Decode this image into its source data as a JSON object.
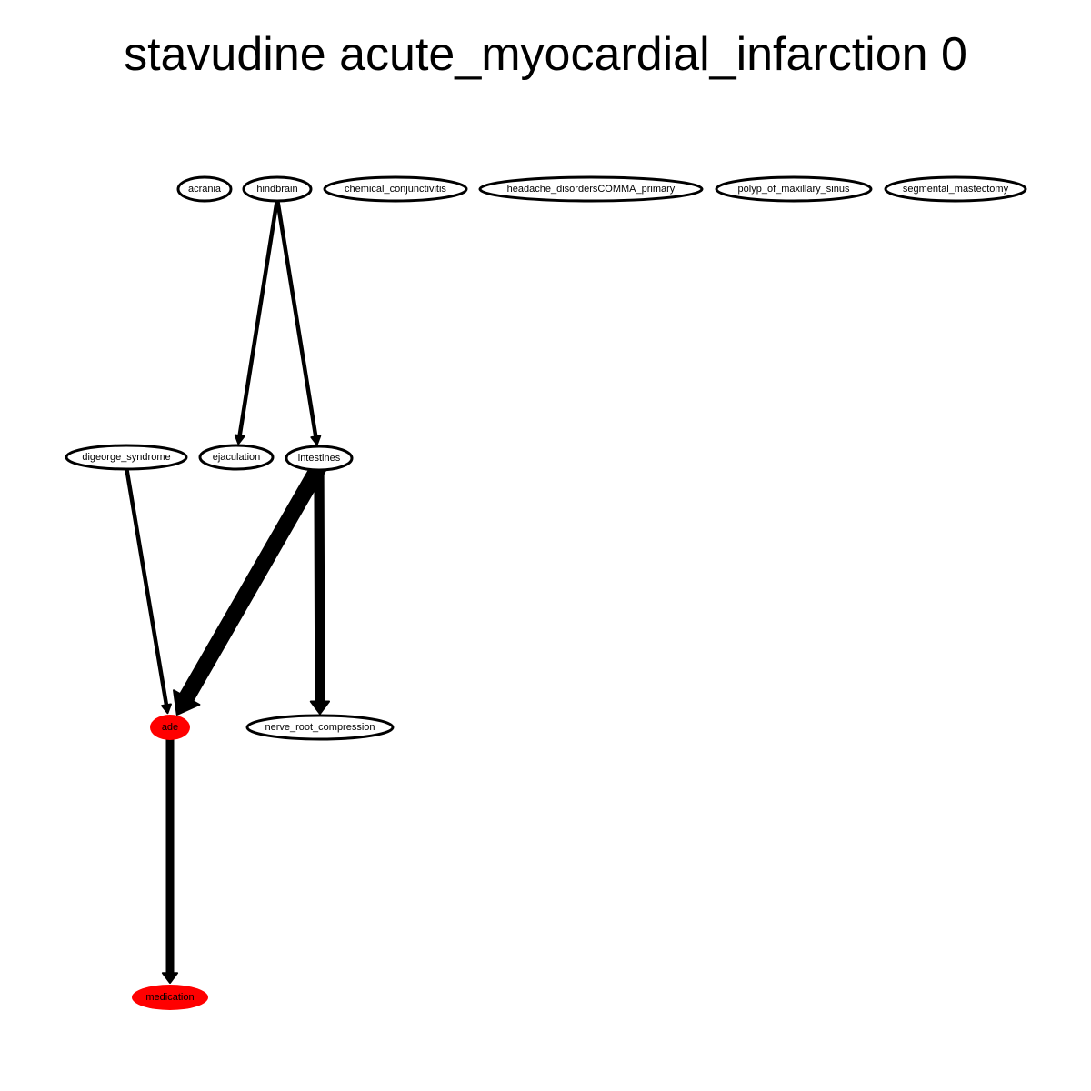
{
  "title": "stavudine acute_myocardial_infarction 0",
  "colors": {
    "highlight": "#ff0000",
    "plain": "#ffffff",
    "stroke": "#000000"
  },
  "nodes": [
    {
      "id": "acrania",
      "label": "acrania",
      "highlight": false
    },
    {
      "id": "hindbrain",
      "label": "hindbrain",
      "highlight": false
    },
    {
      "id": "chemical_conjunctivitis",
      "label": "chemical_conjunctivitis",
      "highlight": false
    },
    {
      "id": "headache_disorders",
      "label": "headache_disordersCOMMA_primary",
      "highlight": false
    },
    {
      "id": "polyp",
      "label": "polyp_of_maxillary_sinus",
      "highlight": false
    },
    {
      "id": "segmental_mastectomy",
      "label": "segmental_mastectomy",
      "highlight": false
    },
    {
      "id": "digeorge_syndrome",
      "label": "digeorge_syndrome",
      "highlight": false
    },
    {
      "id": "ejaculation",
      "label": "ejaculation",
      "highlight": false
    },
    {
      "id": "intestines",
      "label": "intestines",
      "highlight": false
    },
    {
      "id": "ade",
      "label": "ade",
      "highlight": true
    },
    {
      "id": "nerve_root_compression",
      "label": "nerve_root_compression",
      "highlight": false
    },
    {
      "id": "medication",
      "label": "medication",
      "highlight": true
    }
  ],
  "edges": [
    {
      "from": "hindbrain",
      "to": "ejaculation",
      "weight": 1
    },
    {
      "from": "hindbrain",
      "to": "intestines",
      "weight": 1
    },
    {
      "from": "digeorge_syndrome",
      "to": "ade",
      "weight": 1
    },
    {
      "from": "intestines",
      "to": "ade",
      "weight": 4
    },
    {
      "from": "intestines",
      "to": "nerve_root_compression",
      "weight": 2.5
    },
    {
      "from": "ade",
      "to": "medication",
      "weight": 2
    }
  ]
}
